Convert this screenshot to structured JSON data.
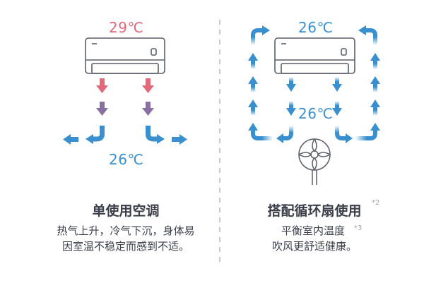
{
  "colors": {
    "hot": "#e2697a",
    "mid": "#8a70a0",
    "cool": "#3a90cf",
    "outline": "#5a5f6a",
    "divider": "#a6aab8",
    "text": "#3a3f4a"
  },
  "left_panel": {
    "top_temp": "29℃",
    "bottom_temp": "26℃",
    "title": "单使用空调",
    "desc_line1": "热气上升，冷气下沉，身体易",
    "desc_line2": "因室温不稳定而感到不适。",
    "icons": [
      "air-conditioner-icon",
      "arrow-down-icon",
      "curved-arrow-icon",
      "arrow-left-icon",
      "arrow-right-icon"
    ]
  },
  "right_panel": {
    "top_temp": "26℃",
    "mid_temp": "26℃",
    "title": "搭配循环扇使用",
    "title_note": "*2",
    "desc_line1": "平衡室内温度",
    "desc_note": "*3",
    "desc_line2": "吹风更舒适健康。",
    "icons": [
      "air-conditioner-icon",
      "circulation-fan-icon",
      "arrow-up-icon",
      "arrow-down-icon",
      "curved-arrow-icon"
    ]
  }
}
